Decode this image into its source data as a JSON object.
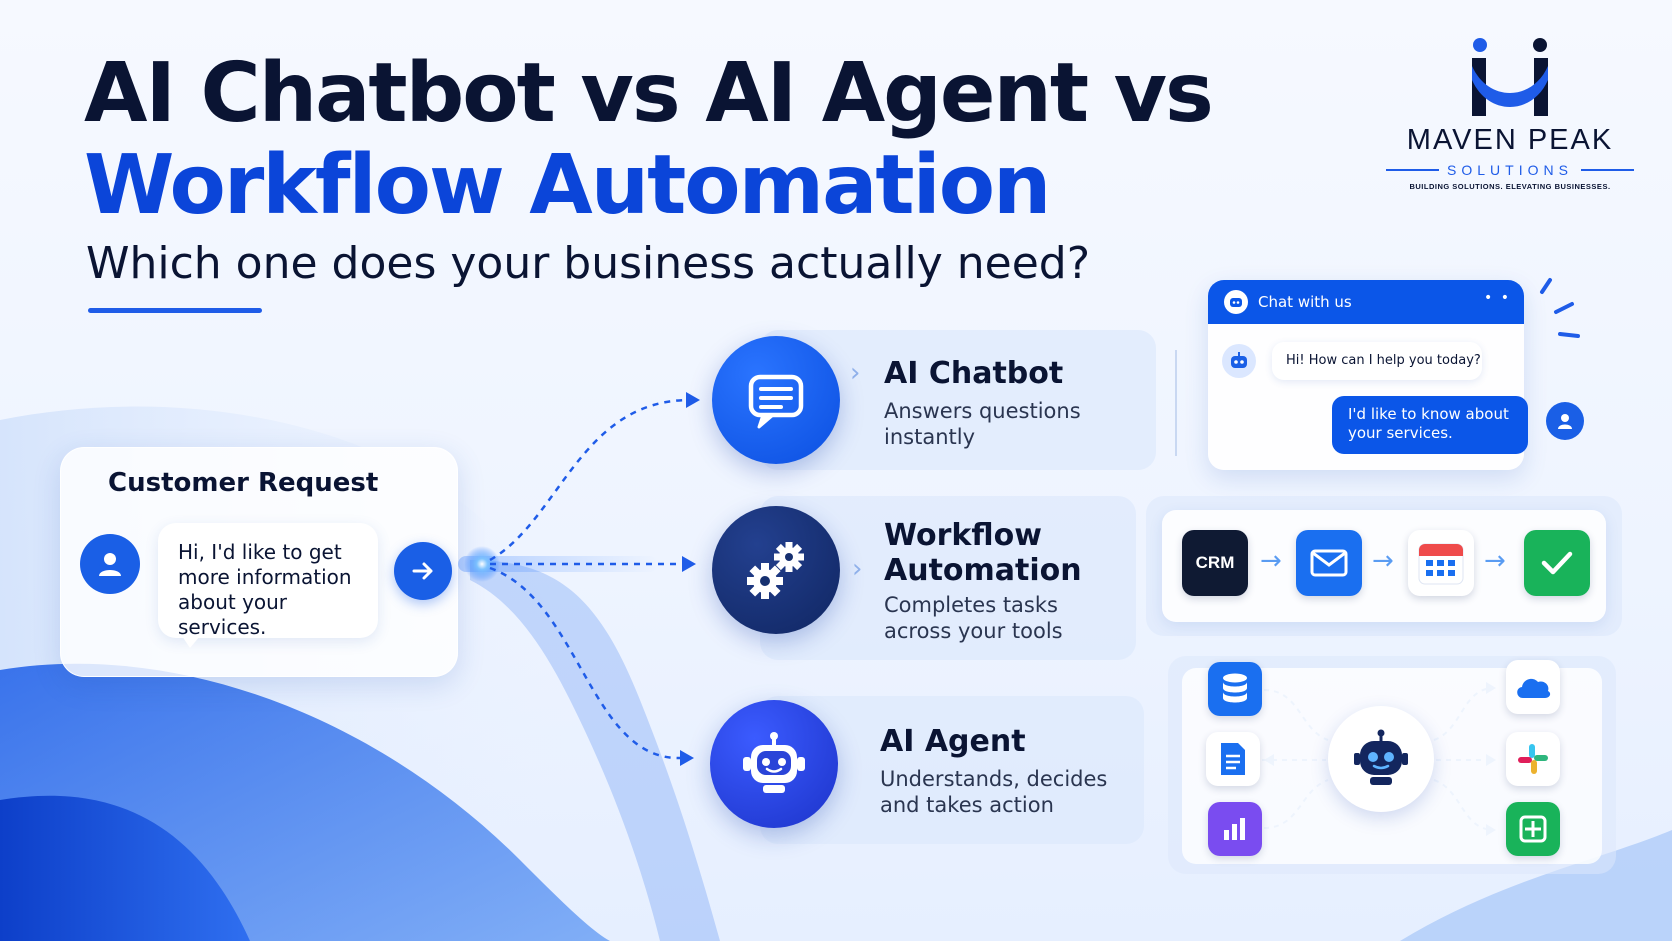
{
  "header": {
    "line1": "AI Chatbot vs AI Agent vs",
    "line2": "Workflow Automation",
    "subtitle": "Which one does your business actually need?"
  },
  "logo": {
    "name": "MAVEN PEAK",
    "sub": "SOLUTIONS",
    "tagline": "BUILDING SOLUTIONS. ELEVATING BUSINESSES."
  },
  "request": {
    "title": "Customer Request",
    "message": "Hi, I'd like to get more information about your services."
  },
  "options": [
    {
      "title": "AI Chatbot",
      "desc": "Answers questions instantly",
      "icon": "chat-bubble-icon"
    },
    {
      "title": "Workflow Automation",
      "desc": "Completes tasks across your tools",
      "icon": "gears-icon"
    },
    {
      "title": "AI Agent",
      "desc": "Understands, decides and takes action",
      "icon": "robot-icon"
    }
  ],
  "chat": {
    "header": "Chat with us",
    "bot_message": "Hi! How can I help you today?",
    "user_message": "I'd like to know about your services."
  },
  "workflow": {
    "crm_label": "CRM",
    "steps": [
      "crm-icon",
      "email-icon",
      "calendar-icon",
      "check-icon"
    ]
  },
  "agent_network": {
    "left": [
      "database-icon",
      "document-icon",
      "analytics-icon"
    ],
    "right": [
      "cloud-icon",
      "slack-icon",
      "app-icon"
    ]
  },
  "colors": {
    "navy": "#0a1433",
    "brand_blue": "#0b45d9",
    "accent": "#1a5fe6",
    "success": "#19b35a"
  }
}
